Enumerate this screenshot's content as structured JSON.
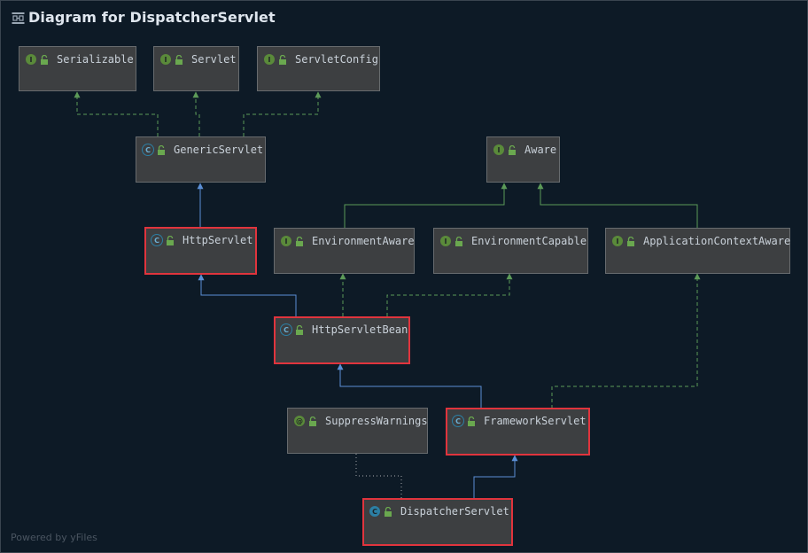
{
  "window": {
    "title": "Diagram for DispatcherServlet",
    "footer": "Powered by yFiles"
  },
  "colors": {
    "background": "#0d1a26",
    "node_fill": "#3d3f41",
    "node_border": "#676b6e",
    "highlight_border": "#e0343d",
    "extends_edge": "#5b8fd6",
    "implements_edge": "#5c9a58",
    "annotation_edge": "#8b8f95"
  },
  "nodes": {
    "serializable": {
      "label": "Serializable",
      "kind": "interface",
      "badge": "I"
    },
    "servlet": {
      "label": "Servlet",
      "kind": "interface",
      "badge": "I"
    },
    "servlet_config": {
      "label": "ServletConfig",
      "kind": "interface",
      "badge": "I"
    },
    "generic_servlet": {
      "label": "GenericServlet",
      "kind": "abstract-class",
      "badge": "C"
    },
    "aware": {
      "label": "Aware",
      "kind": "interface",
      "badge": "I"
    },
    "http_servlet": {
      "label": "HttpServlet",
      "kind": "abstract-class",
      "badge": "C",
      "highlighted": true
    },
    "environment_aware": {
      "label": "EnvironmentAware",
      "kind": "interface",
      "badge": "I"
    },
    "environment_capable": {
      "label": "EnvironmentCapable",
      "kind": "interface",
      "badge": "I"
    },
    "application_context_aware": {
      "label": "ApplicationContextAware",
      "kind": "interface",
      "badge": "I"
    },
    "http_servlet_bean": {
      "label": "HttpServletBean",
      "kind": "abstract-class",
      "badge": "C",
      "highlighted": true
    },
    "suppress_warnings": {
      "label": "SuppressWarnings",
      "kind": "annotation",
      "badge": "@"
    },
    "framework_servlet": {
      "label": "FrameworkServlet",
      "kind": "abstract-class",
      "badge": "C",
      "highlighted": true
    },
    "dispatcher_servlet": {
      "label": "DispatcherServlet",
      "kind": "class",
      "badge": "C",
      "highlighted": true
    }
  },
  "edges": [
    {
      "from": "generic_servlet",
      "to": "serializable",
      "type": "implements"
    },
    {
      "from": "generic_servlet",
      "to": "servlet",
      "type": "implements"
    },
    {
      "from": "generic_servlet",
      "to": "servlet_config",
      "type": "implements"
    },
    {
      "from": "http_servlet",
      "to": "generic_servlet",
      "type": "extends"
    },
    {
      "from": "environment_aware",
      "to": "aware",
      "type": "extends"
    },
    {
      "from": "application_context_aware",
      "to": "aware",
      "type": "extends"
    },
    {
      "from": "http_servlet_bean",
      "to": "http_servlet",
      "type": "extends"
    },
    {
      "from": "http_servlet_bean",
      "to": "environment_aware",
      "type": "implements"
    },
    {
      "from": "http_servlet_bean",
      "to": "environment_capable",
      "type": "implements"
    },
    {
      "from": "framework_servlet",
      "to": "http_servlet_bean",
      "type": "extends"
    },
    {
      "from": "framework_servlet",
      "to": "application_context_aware",
      "type": "implements"
    },
    {
      "from": "dispatcher_servlet",
      "to": "framework_servlet",
      "type": "extends"
    },
    {
      "from": "dispatcher_servlet",
      "to": "suppress_warnings",
      "type": "annotated-with"
    }
  ]
}
